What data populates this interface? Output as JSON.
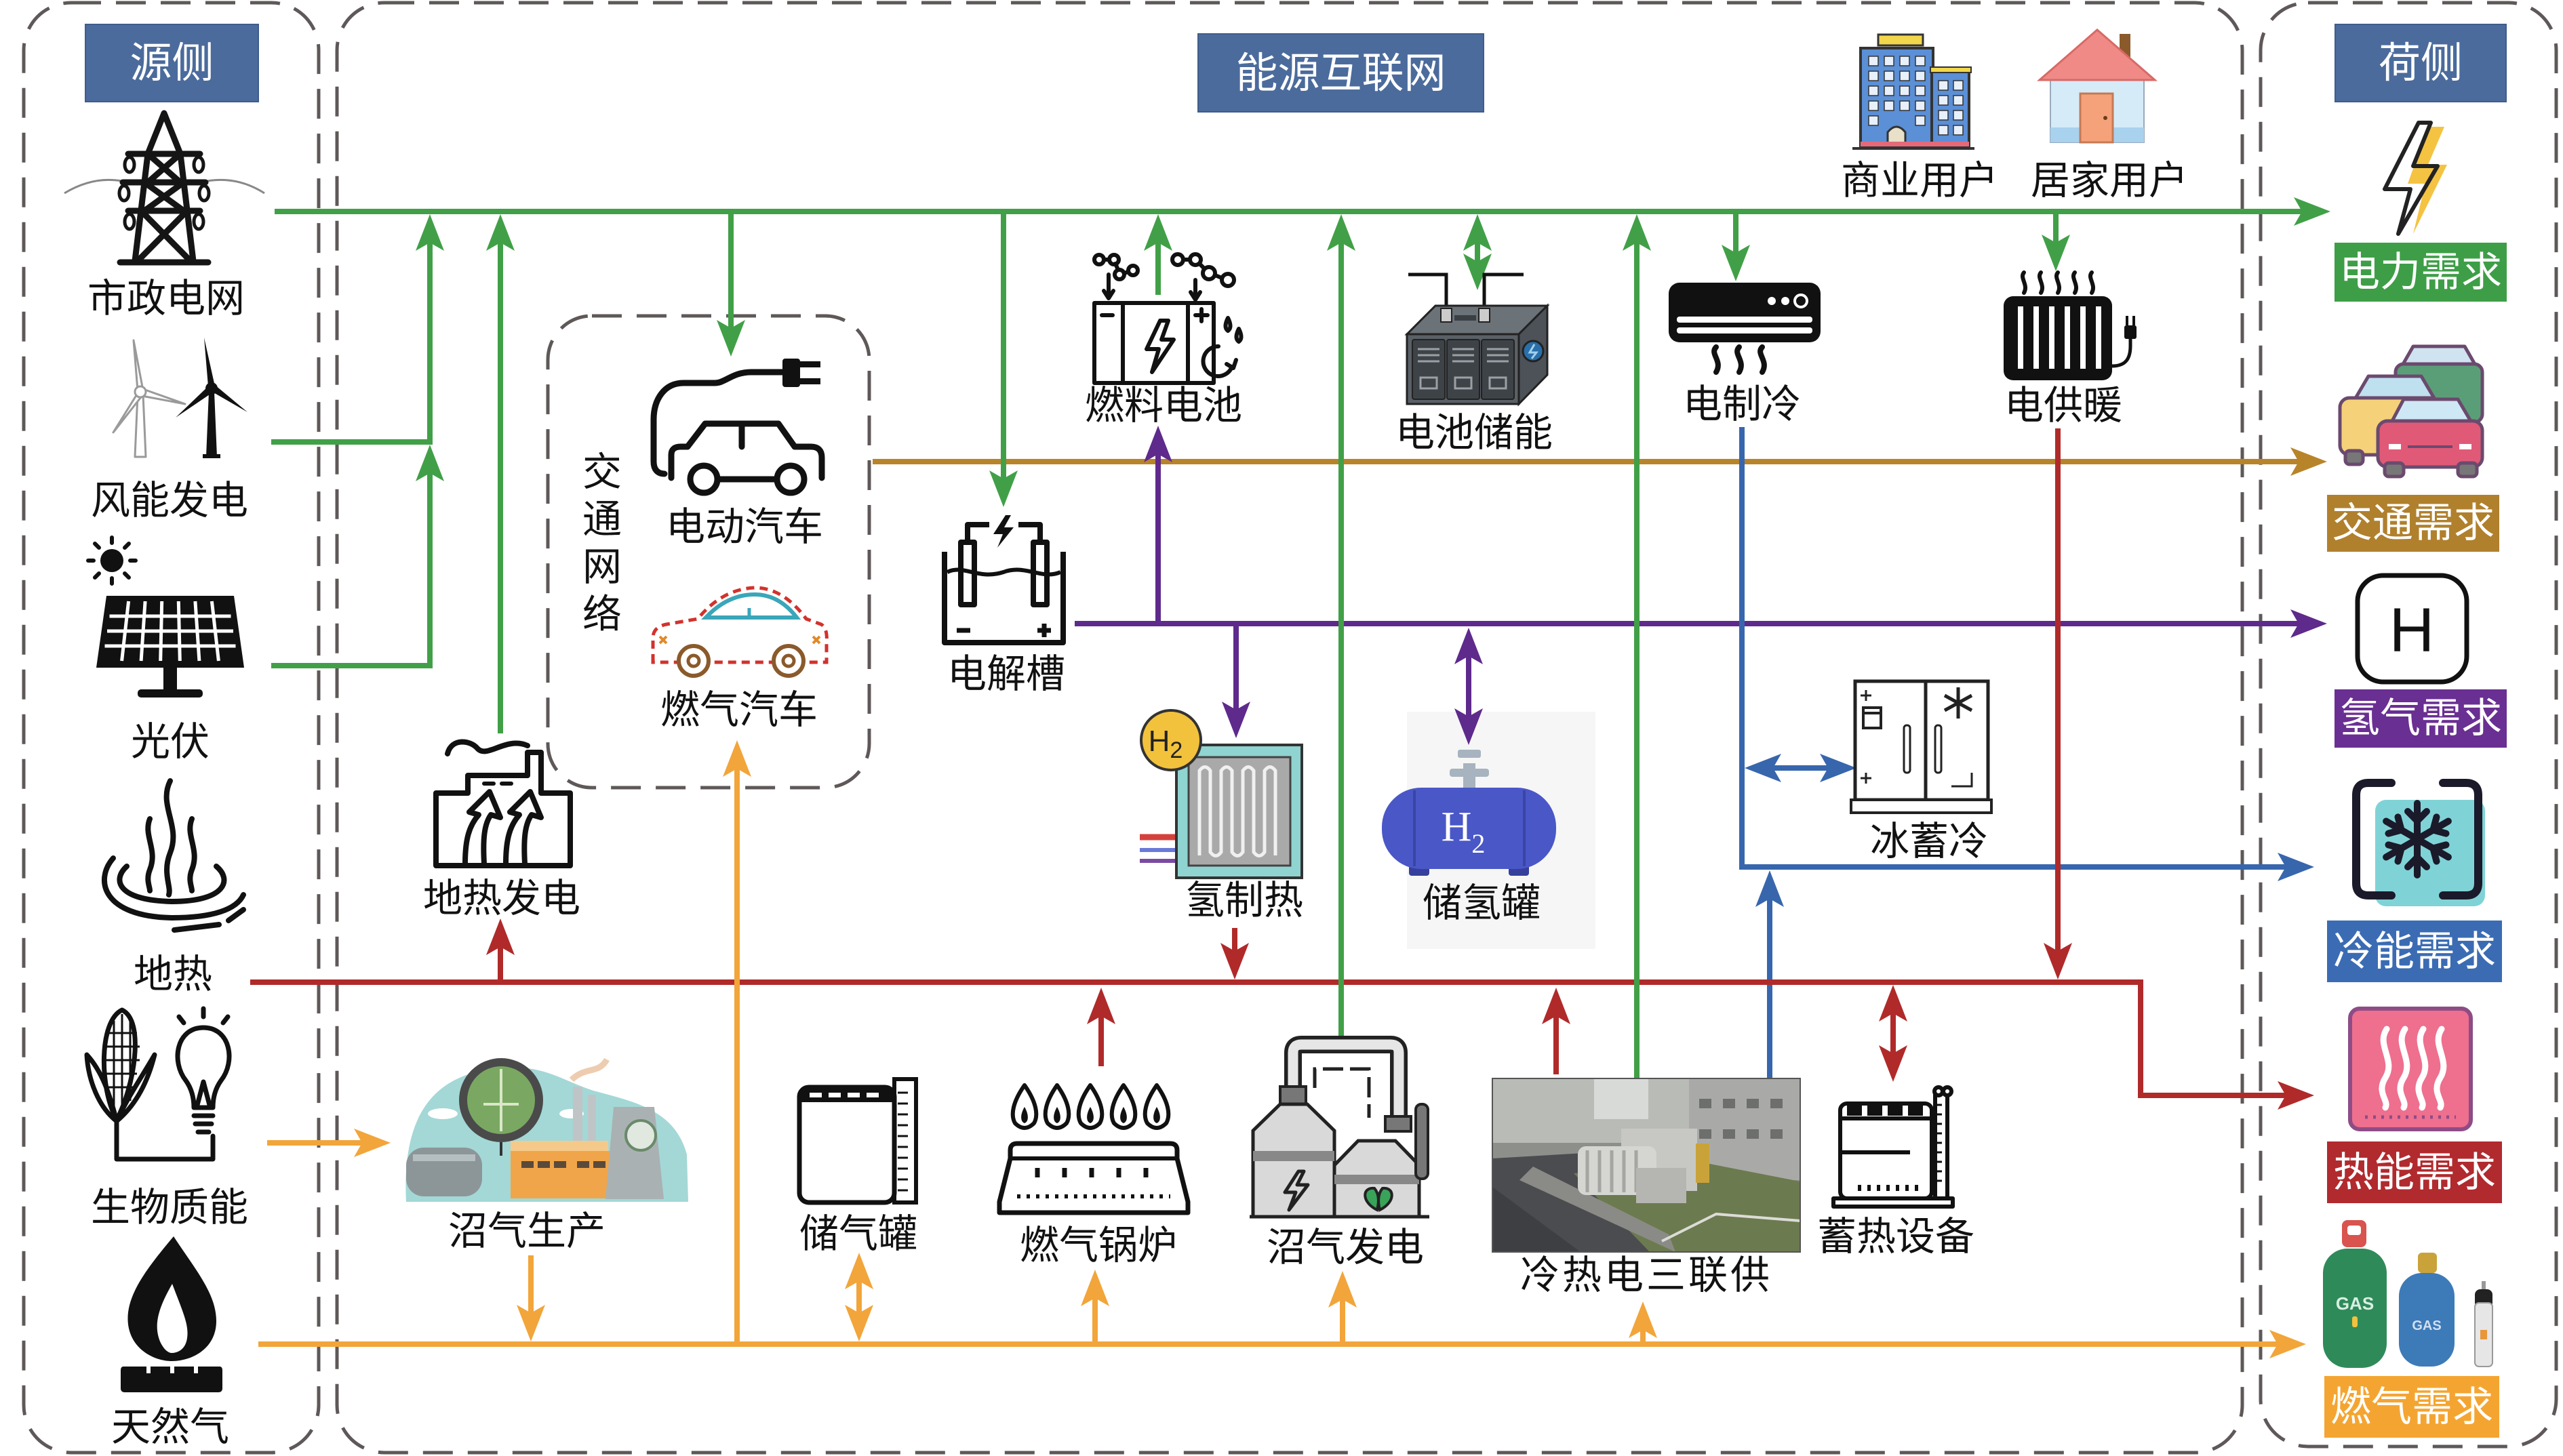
{
  "colors": {
    "title_bg": "#4b6b9c",
    "dashed_border": "#5f5858",
    "electricity": "#41a047",
    "traffic": "#b8842a",
    "hydrogen": "#5e2a8c",
    "cooling": "#3766ad",
    "heat": "#b02a2a",
    "gas": "#f2a53a"
  },
  "source_side": {
    "title": "源侧",
    "items": [
      {
        "label": "市政电网",
        "icon": "transmission-tower"
      },
      {
        "label": "风能发电",
        "icon": "wind-turbine"
      },
      {
        "label": "光伏",
        "icon": "solar-panel"
      },
      {
        "label": "地热",
        "icon": "geothermal-steam"
      },
      {
        "label": "生物质能",
        "icon": "corn-and-bulb"
      },
      {
        "label": "天然气",
        "icon": "gas-flame"
      }
    ]
  },
  "energy_internet": {
    "title": "能源互联网",
    "users": [
      {
        "label": "商业用户",
        "icon": "office-building"
      },
      {
        "label": "居家用户",
        "icon": "house"
      }
    ],
    "transport_network": {
      "label": "交通网络",
      "items": [
        {
          "label": "电动汽车",
          "icon": "electric-car"
        },
        {
          "label": "燃气汽车",
          "icon": "gas-car"
        }
      ]
    },
    "devices": [
      {
        "label": "地热发电",
        "icon": "geothermal-plant"
      },
      {
        "label": "沼气生产",
        "icon": "biogas-production"
      },
      {
        "label": "燃料电池",
        "icon": "fuel-cell"
      },
      {
        "label": "电解槽",
        "icon": "electrolyzer"
      },
      {
        "label": "电池储能",
        "icon": "battery-storage"
      },
      {
        "label": "电制冷",
        "icon": "air-conditioner"
      },
      {
        "label": "电供暖",
        "icon": "radiator"
      },
      {
        "label": "氢制热",
        "icon": "hydrogen-heater"
      },
      {
        "label": "储氢罐",
        "icon": "hydrogen-tank"
      },
      {
        "label": "冰蓄冷",
        "icon": "ice-storage"
      },
      {
        "label": "储气罐",
        "icon": "gas-storage-tank"
      },
      {
        "label": "燃气锅炉",
        "icon": "gas-boiler"
      },
      {
        "label": "沼气发电",
        "icon": "biogas-generator"
      },
      {
        "label": "冷热电三联供",
        "icon": "cchp-plant-photo"
      },
      {
        "label": "蓄热设备",
        "icon": "heat-storage-tank"
      }
    ]
  },
  "load_side": {
    "title": "荷侧",
    "demands": [
      {
        "label": "电力需求",
        "icon": "lightning",
        "color": "#3e9e47"
      },
      {
        "label": "交通需求",
        "icon": "traffic-cars",
        "color": "#b0802d"
      },
      {
        "label": "氢气需求",
        "icon": "hydrogen-symbol",
        "color": "#6a2f92"
      },
      {
        "label": "冷能需求",
        "icon": "snowflake",
        "color": "#3b6cb3"
      },
      {
        "label": "热能需求",
        "icon": "heat-waves",
        "color": "#b12a2e"
      },
      {
        "label": "燃气需求",
        "icon": "gas-cylinders",
        "color": "#f4a531"
      }
    ]
  },
  "icon_text": {
    "h2_badge": {
      "main": "H",
      "sub": "2"
    },
    "h2_tank": {
      "main": "H",
      "sub": "2"
    },
    "hydrogen_symbol": "H",
    "gas_cylinder_large": "GAS",
    "gas_cylinder_medium": "GAS"
  }
}
